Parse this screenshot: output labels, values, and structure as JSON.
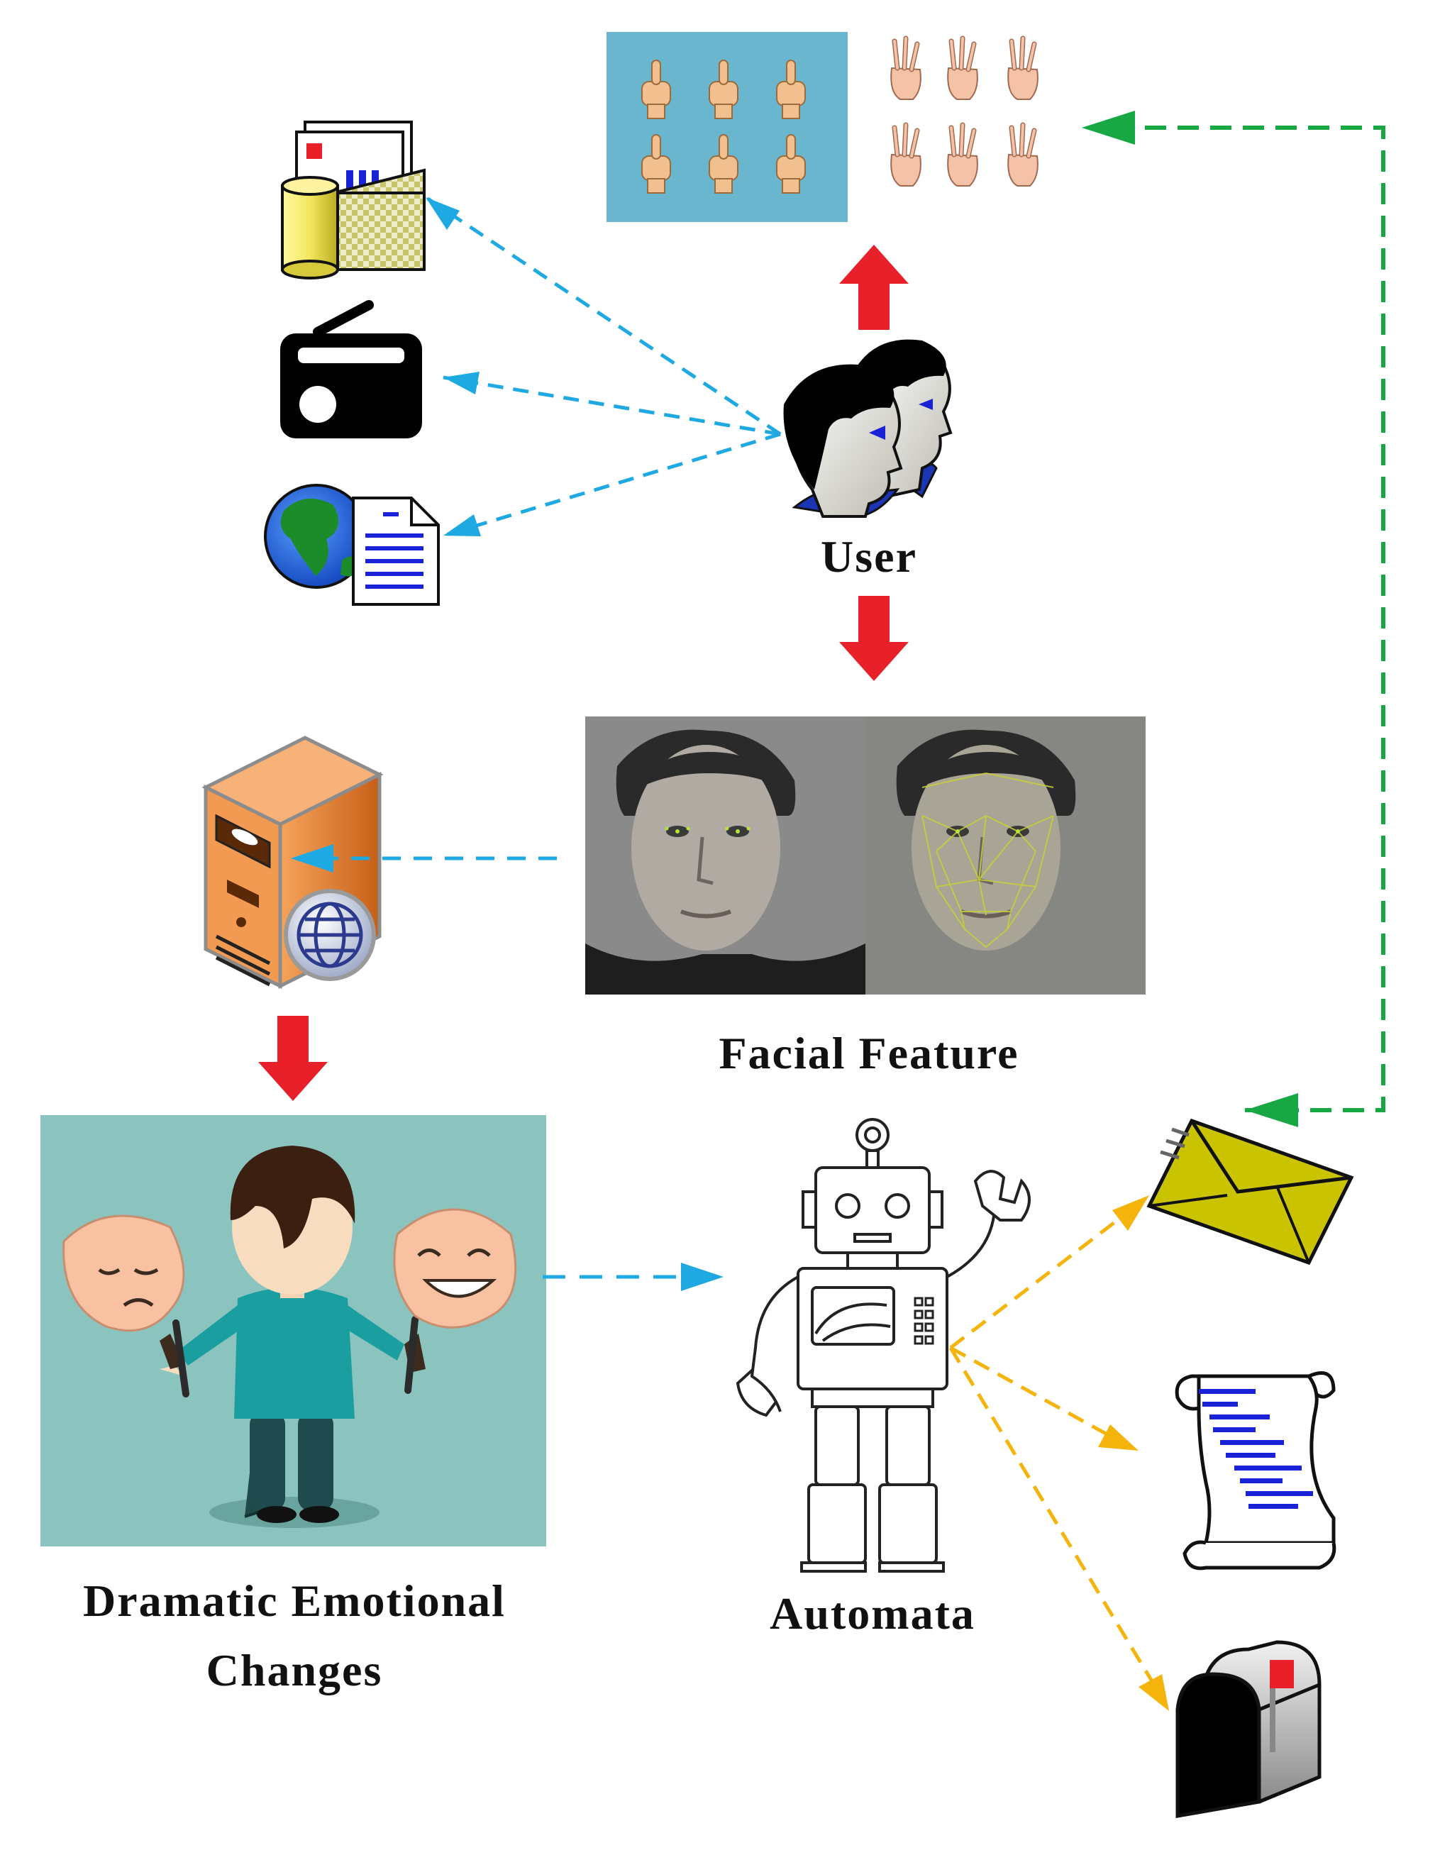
{
  "labels": {
    "user": "User",
    "facial_feature": "Facial Feature",
    "dramatic_line1": "Dramatic Emotional",
    "dramatic_line2": "Changes",
    "automata": "Automata"
  },
  "colors": {
    "red_arrow": "#e8202a",
    "blue_dashed": "#1fa9e3",
    "green_dashed": "#18a843",
    "yellow_dashed": "#f5b40c",
    "gesture_panel_bg": "#6bb6cf",
    "emotion_panel_bg": "#8bc4bf",
    "face_photo_bg": "#8d8d8d",
    "envelope_fill": "#c9c300",
    "server_orange": "#e0792a"
  },
  "icons": [
    "hand-gestures-panel-icon",
    "hand-signs-icon",
    "database-files-icon",
    "radio-icon",
    "globe-document-icon",
    "user-heads-icon",
    "facial-feature-photo-icon",
    "web-server-icon",
    "emotion-masks-icon",
    "robot-icon",
    "envelope-icon",
    "scroll-document-icon",
    "mailbox-icon"
  ]
}
